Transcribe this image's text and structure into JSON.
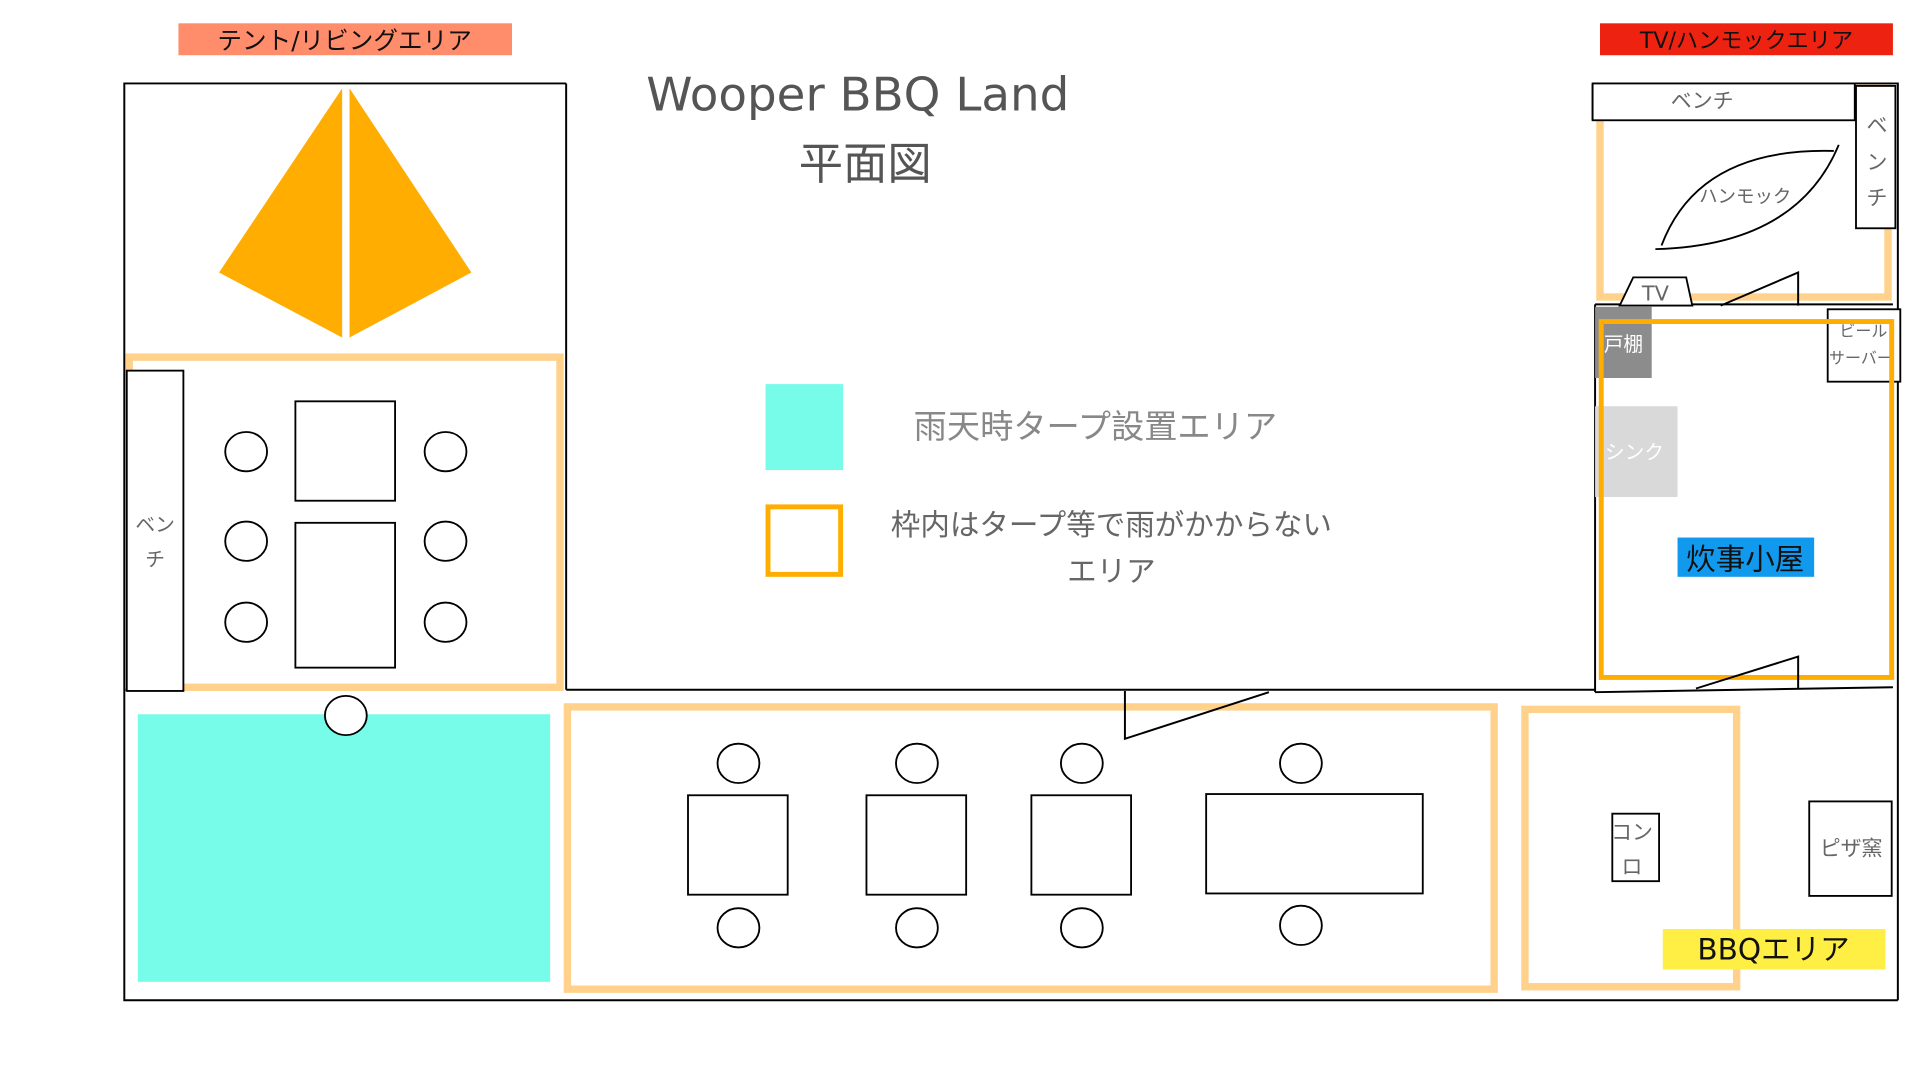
{
  "title": {
    "main": "Wooper BBQ Land",
    "sub": "平面図"
  },
  "area_labels": {
    "tent_living": {
      "text": "テント/リビングエリア",
      "bg": "#ff8c6a"
    },
    "tv_hammock": {
      "text": "TV/ハンモックエリア",
      "bg": "#ee2211"
    },
    "kitchen_hut": {
      "text": "炊事小屋",
      "bg": "#1199ee"
    },
    "bbq": {
      "text": "BBQエリア",
      "bg": "#ffee44"
    }
  },
  "legend": {
    "rain_tarp": {
      "text": "雨天時タープ設置エリア",
      "color": "#76fce8"
    },
    "covered": {
      "line1": "枠内はタープ等で雨がかからない",
      "line2": "エリア",
      "color": "#ffad00"
    }
  },
  "objects": {
    "bench_left": {
      "line1": "ベン",
      "line2": "チ"
    },
    "bench_top": "ベンチ",
    "bench_right": [
      "ベ",
      "ン",
      "チ"
    ],
    "hammock": "ハンモック",
    "tv": "TV",
    "cupboard": "戸棚",
    "sink": "シンク",
    "beer_server": {
      "line1": "ビール",
      "line2": "サーバー"
    },
    "stove": {
      "line1": "コン",
      "line2": "ロ"
    },
    "pizza_oven": "ピザ窯"
  },
  "colors": {
    "tent": "#ffad00",
    "tarp_area": "#76fce8",
    "covered_frame": "#ffd18a",
    "covered_frame_strong": "#ffad00",
    "cupboard": "#8c8c8c",
    "sink": "#d9d9d9"
  }
}
